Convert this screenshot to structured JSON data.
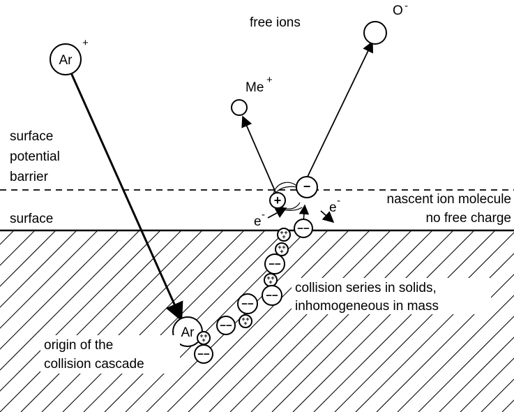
{
  "labels": {
    "free_ions": "free ions",
    "surface_potential_barrier": [
      "surface",
      "potential",
      "barrier"
    ],
    "surface": "surface",
    "nascent": [
      "nascent ion molecule",
      "no free charge"
    ],
    "collision_series": [
      "collision series in solids,",
      "inhomogeneous in mass"
    ],
    "origin": [
      "origin of the",
      "collision cascade"
    ]
  },
  "particles": {
    "ar_incoming": {
      "symbol": "Ar",
      "charge": "+"
    },
    "ar_cascade": {
      "symbol": "Ar"
    },
    "me_ion": {
      "symbol": "Me",
      "charge": "+"
    },
    "o_ion": {
      "symbol": "O",
      "charge": "-"
    },
    "electron": {
      "symbol": "e",
      "charge": "-"
    }
  },
  "signs": {
    "minus_pair": "−−",
    "minus": "−",
    "plus": "+"
  }
}
